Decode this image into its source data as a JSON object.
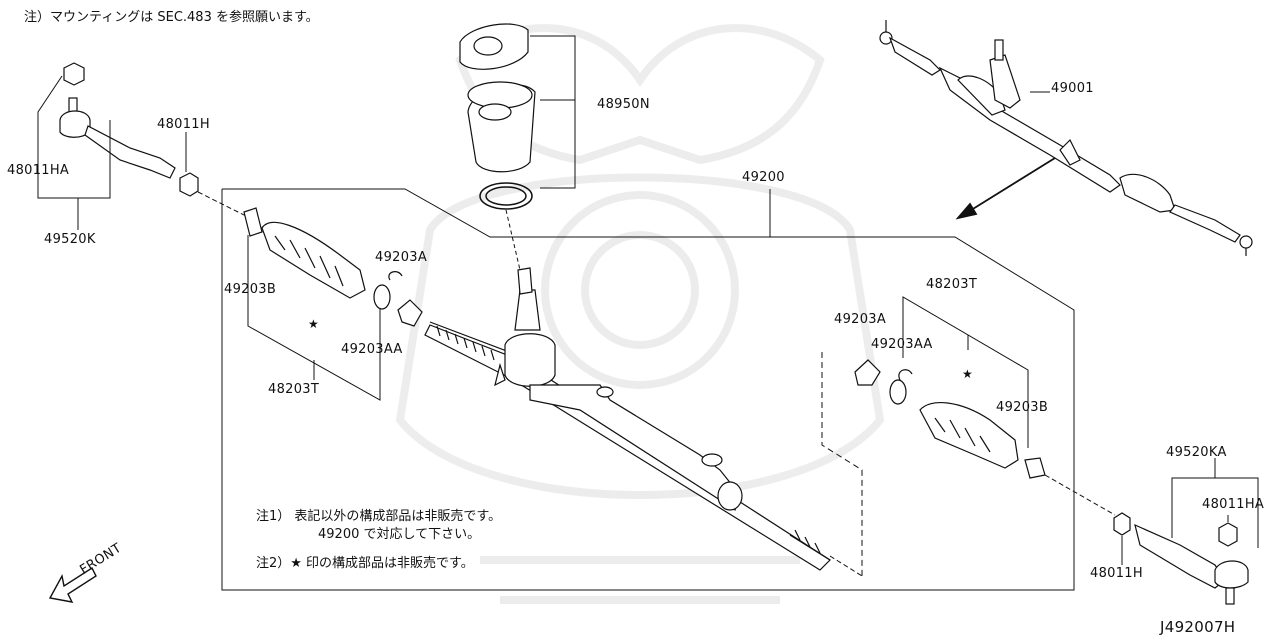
{
  "header_note": "注）マウンティングは SEC.483 を参照願います。",
  "diagram_code": "J492007H",
  "front_label": "FRONT",
  "footnotes": {
    "note1_line1": "注1） 表記以外の構成部品は非販売です。",
    "note1_line2": "49200 で対応して下さい。",
    "note2": "注2）★ 印の構成部品は非販売です。"
  },
  "star_symbol": "★",
  "parts": {
    "p48011HA_left": "48011HA",
    "p48011H_left": "48011H",
    "p49520K": "49520K",
    "p48950N": "48950N",
    "p49001": "49001",
    "p49200": "49200",
    "p49203B_left": "49203B",
    "p49203A_left": "49203A",
    "p49203AA_left": "49203AA",
    "p48203T_left": "48203T",
    "p48203T_right": "48203T",
    "p49203A_right": "49203A",
    "p49203AA_right": "49203AA",
    "p49203B_right": "49203B",
    "p49520KA": "49520KA",
    "p48011HA_right": "48011HA",
    "p48011H_right": "48011H"
  }
}
